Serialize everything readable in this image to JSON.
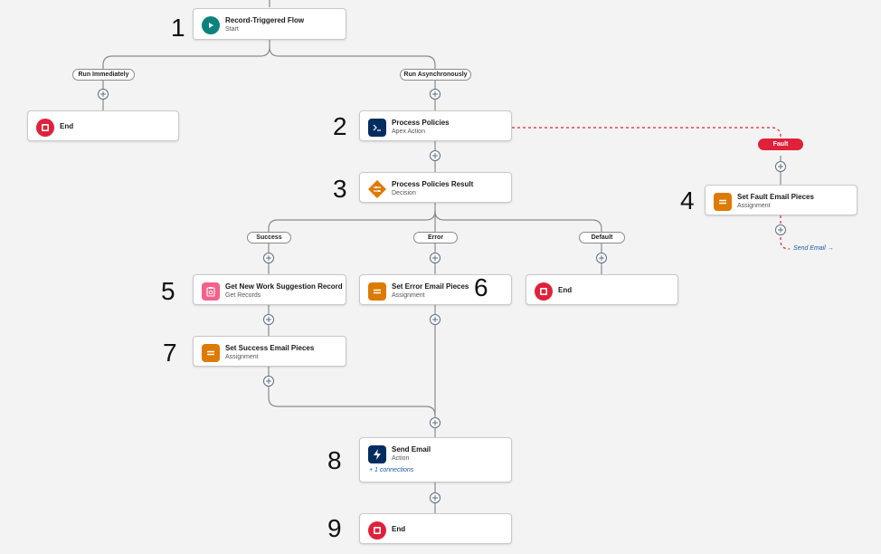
{
  "nodes": {
    "start": {
      "title": "Record-Triggered Flow",
      "subtitle": "Start"
    },
    "end_immediate": {
      "title": "End"
    },
    "process_policies": {
      "title": "Process Policies",
      "subtitle": "Apex Action"
    },
    "process_result": {
      "title": "Process Policies Result",
      "subtitle": "Decision"
    },
    "fault_pieces": {
      "title": "Set Fault Email Pieces",
      "subtitle": "Assignment"
    },
    "get_work": {
      "title": "Get New Work Suggestion Record",
      "subtitle": "Get Records"
    },
    "error_pieces": {
      "title": "Set Error Email Pieces",
      "subtitle": "Assignment"
    },
    "end_default": {
      "title": "End"
    },
    "success_pieces": {
      "title": "Set Success Email Pieces",
      "subtitle": "Assignment"
    },
    "send_email": {
      "title": "Send Email",
      "subtitle": "Action",
      "connections": "+ 1 connections"
    },
    "end_final": {
      "title": "End"
    }
  },
  "branches": {
    "run_immediately": "Run Immediately",
    "run_async": "Run Asynchronously",
    "fault": "Fault",
    "success": "Success",
    "error": "Error",
    "default": "Default"
  },
  "fault_link": "Send Email →",
  "step_numbers": [
    "1",
    "2",
    "3",
    "4",
    "5",
    "6",
    "7",
    "8",
    "9"
  ],
  "colors": {
    "start": "#0b827c",
    "end": "#e0213a",
    "apex": "#032d60",
    "decision": "#dd7a01",
    "assignment": "#dd7a01",
    "get_records": "#f4618a",
    "action": "#032d60",
    "connector": "#8a8a8a",
    "fault": "#e0213a"
  }
}
